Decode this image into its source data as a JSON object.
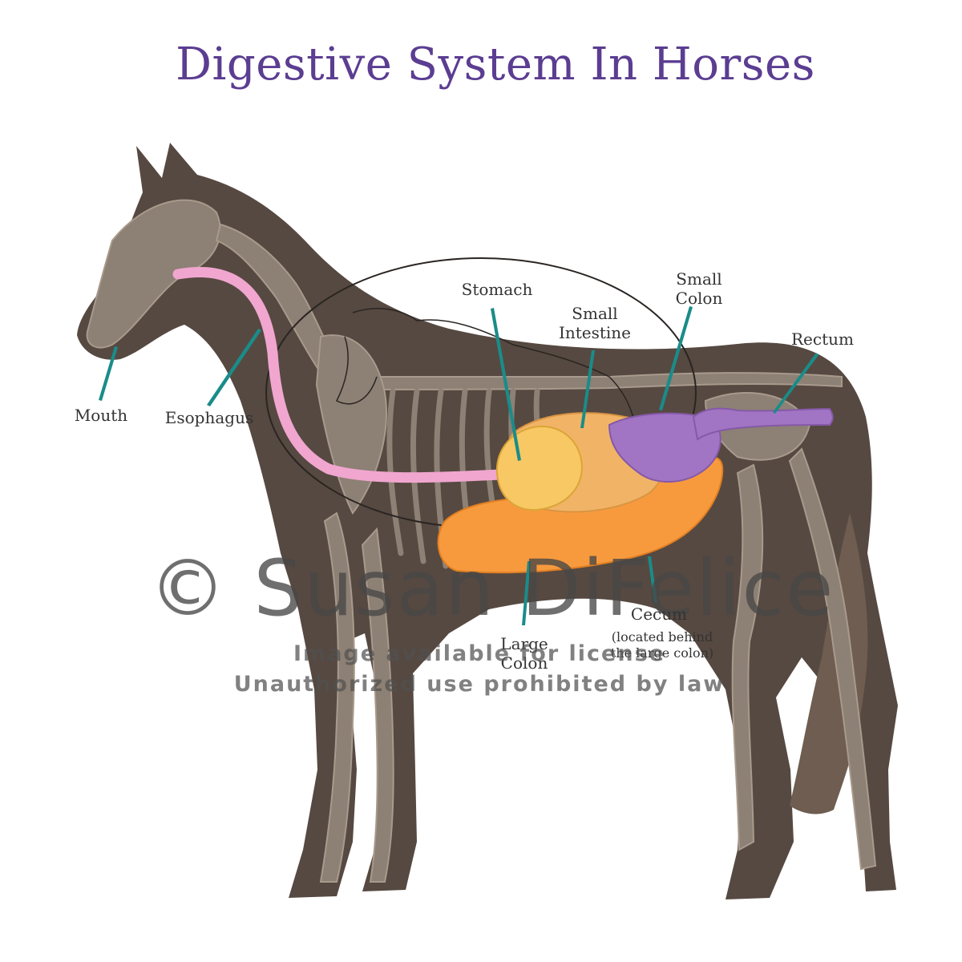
{
  "title": "Digestive System In Horses",
  "labels": {
    "mouth": "Mouth",
    "esophagus": "Esophagus",
    "stomach": "Stomach",
    "small_intestine_1": "Small",
    "small_intestine_2": "Intestine",
    "small_colon_1": "Small",
    "small_colon_2": "Colon",
    "rectum": "Rectum",
    "large_colon_1": "Large",
    "large_colon_2": "Colon",
    "cecum": "Cecum",
    "cecum_note_1": "(located behind",
    "cecum_note_2": "the large colon)"
  },
  "watermark": {
    "name": "© Susan DiFelice",
    "line1": "Image available for license",
    "line2": "Unauthorized use prohibited by law"
  },
  "colors": {
    "title": "#5b3d91",
    "leader_lines": "#1a8c8a",
    "horse_body": "#564941",
    "bones": "#8d8074",
    "esophagus": "#f0a6cf",
    "stomach": "#f7c863",
    "intestine": "#f1b467",
    "large_colon": "#f79a3e",
    "small_colon": "#a275c4"
  }
}
